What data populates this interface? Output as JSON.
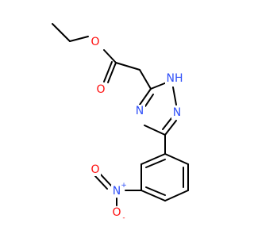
{
  "atoms": {
    "ester_o": {
      "label": "O",
      "color": "#ff0d0d"
    },
    "carbonyl_o": {
      "label": "O",
      "color": "#ff0d0d"
    },
    "nh": {
      "label": "NH",
      "color": "#3050f8"
    },
    "n4": {
      "label": "N",
      "color": "#3050f8"
    },
    "n2": {
      "label": "N",
      "color": "#3050f8"
    },
    "nitro_n": {
      "label": "N",
      "charge": "+",
      "color": "#3050f8"
    },
    "nitro_o_double": {
      "label": "O",
      "color": "#ff0d0d"
    },
    "nitro_o_minus": {
      "label": "O",
      "charge": "-",
      "color": "#ff0d0d"
    }
  }
}
